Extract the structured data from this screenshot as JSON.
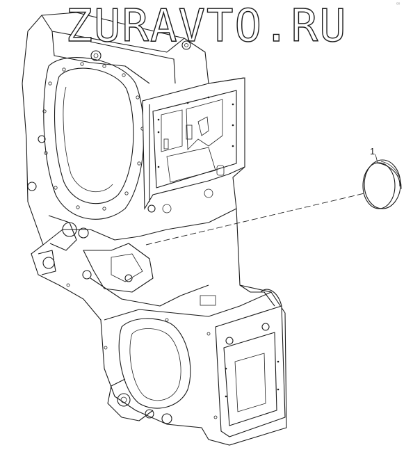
{
  "watermark": {
    "text": "ZURAVTO.RU"
  },
  "corner_mark": {
    "text": "ᵒᵒ"
  },
  "callout": {
    "label": "1"
  },
  "parts": [
    {
      "name": "transmission-housing"
    },
    {
      "name": "cover-plug"
    }
  ]
}
